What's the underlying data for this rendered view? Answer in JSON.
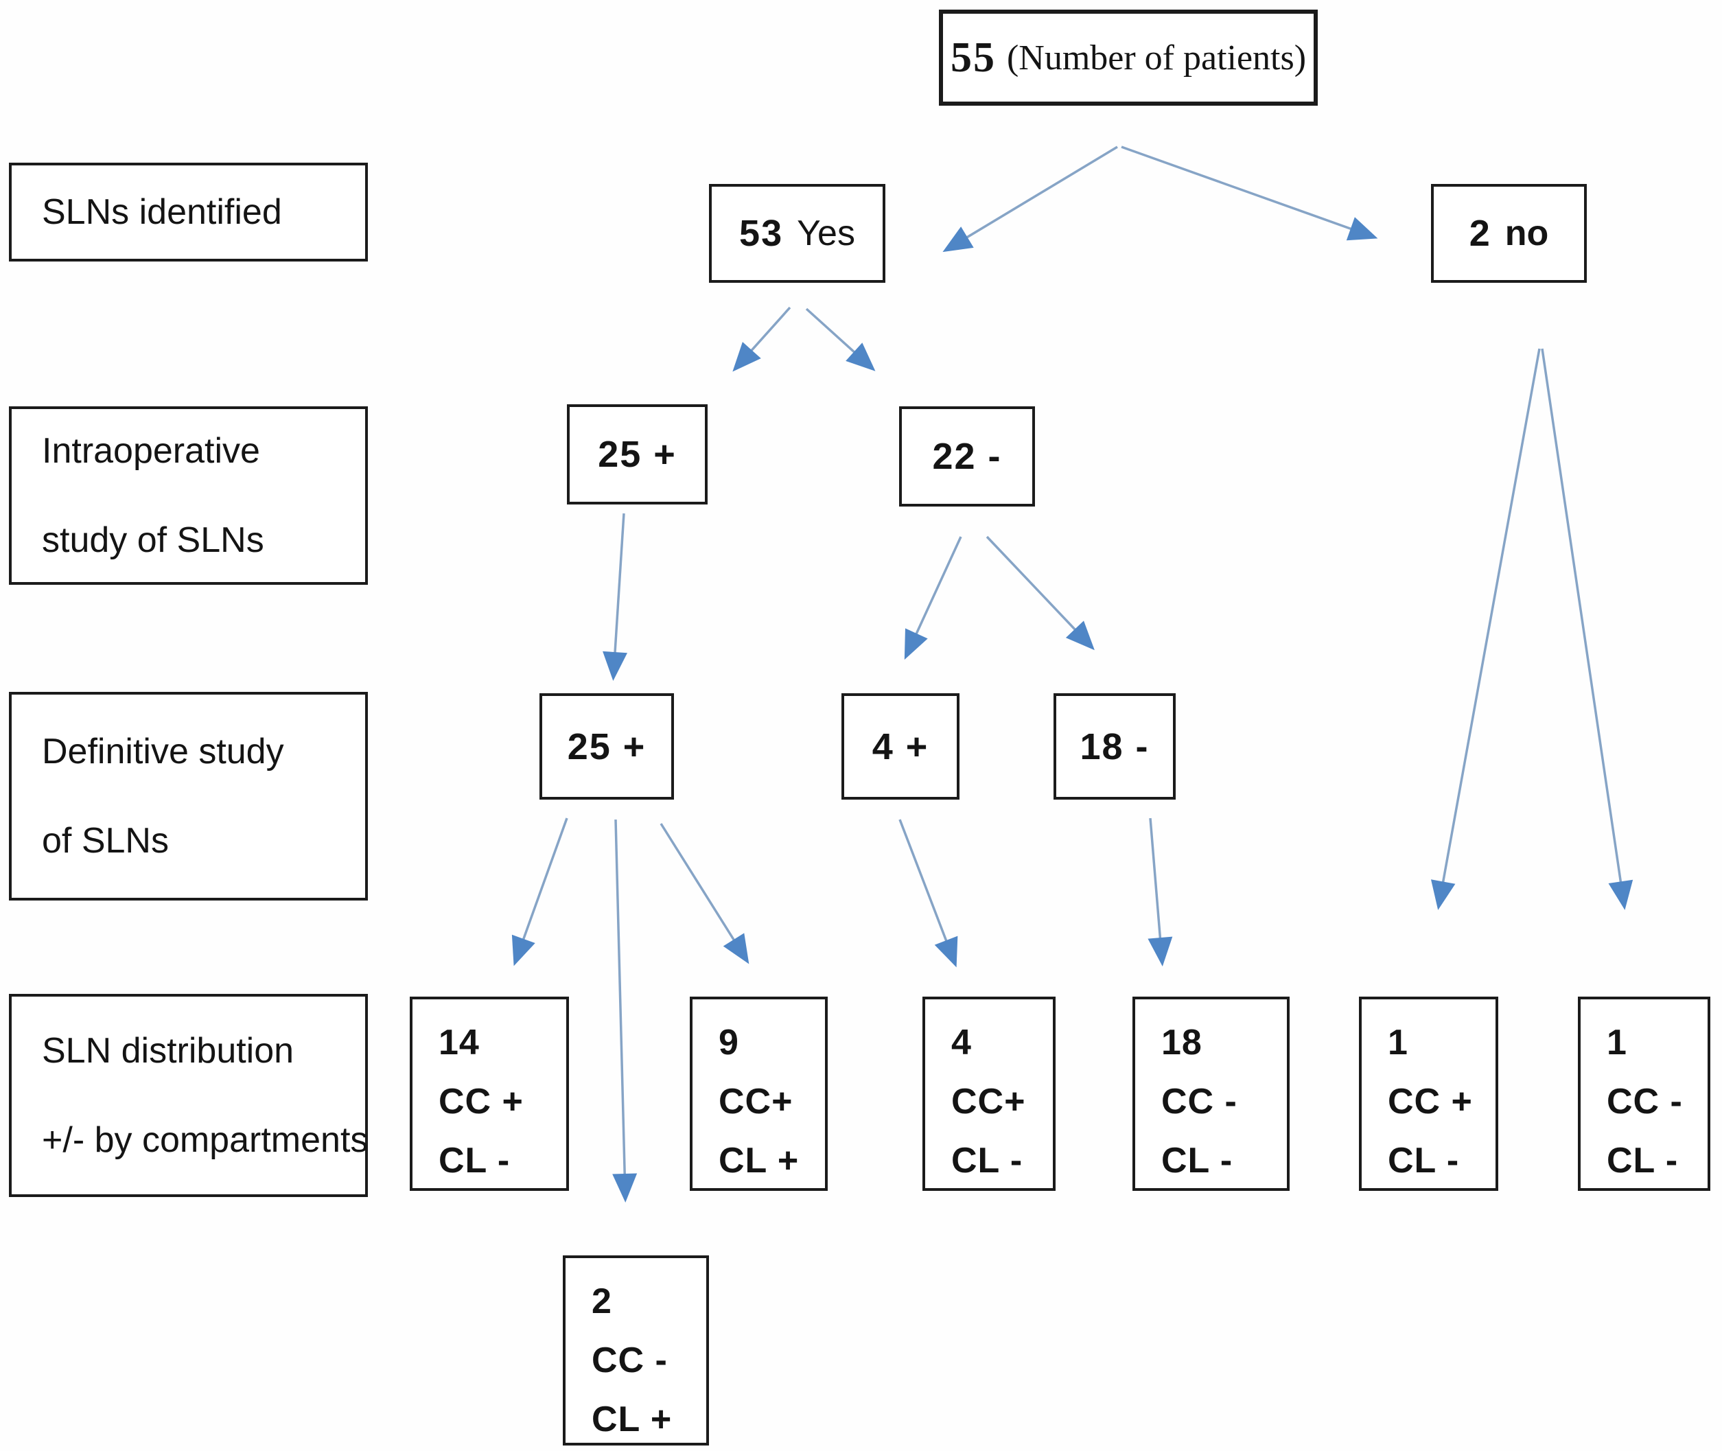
{
  "diagram": {
    "title_box": {
      "number": "55",
      "label": "(Number of patients)"
    },
    "row_labels": [
      {
        "lines": [
          "SLNs identified"
        ]
      },
      {
        "lines": [
          "Intraoperative",
          "study of SLNs"
        ]
      },
      {
        "lines": [
          "Definitive study",
          "of SLNs"
        ]
      },
      {
        "lines": [
          "SLN distribution",
          "+/- by compartments"
        ]
      }
    ],
    "nodes": {
      "slns_yes": {
        "number": "53",
        "suffix": "Yes"
      },
      "slns_no": {
        "number": "2",
        "suffix": "no"
      },
      "intra_pos": {
        "text": "25 +"
      },
      "intra_neg": {
        "text": "22 -"
      },
      "def_pos": {
        "text": "25 +"
      },
      "def_pos4": {
        "text": "4 +"
      },
      "def_neg18": {
        "text": "18 -"
      },
      "comp_a": {
        "lines": [
          "14",
          "CC +",
          "CL -"
        ]
      },
      "comp_b": {
        "lines": [
          "9",
          "CC+",
          "CL +"
        ]
      },
      "comp_c": {
        "lines": [
          "4",
          "CC+",
          "CL -"
        ]
      },
      "comp_d": {
        "lines": [
          "18",
          "CC -",
          "CL -"
        ]
      },
      "comp_e": {
        "lines": [
          "1",
          "CC +",
          "CL -"
        ]
      },
      "comp_f": {
        "lines": [
          "1",
          "CC -",
          "CL -"
        ]
      },
      "comp_bottom": {
        "lines": [
          "2",
          "CC -",
          "CL +"
        ]
      }
    }
  },
  "colors": {
    "arrow_line": "#86a4c6",
    "arrow_head": "#4f86c6",
    "box_border": "#1b1b1b",
    "background": "#fefefe",
    "text": "#141414"
  }
}
